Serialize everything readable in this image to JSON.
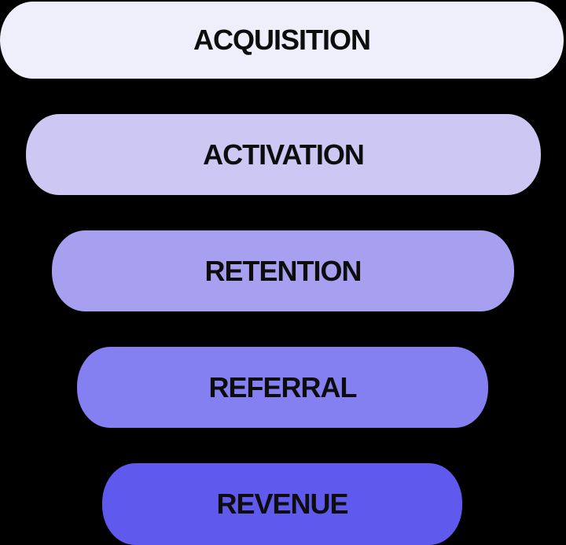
{
  "diagram": {
    "type": "funnel",
    "background_color": "#000000",
    "label_text_color": "#0d0d0d",
    "stages": [
      {
        "label": "ACQUISITION",
        "color": "#efeefb"
      },
      {
        "label": "ACTIVATION",
        "color": "#ccc7f3"
      },
      {
        "label": "RETENTION",
        "color": "#a7a0f0"
      },
      {
        "label": "REFERRAL",
        "color": "#8580f2"
      },
      {
        "label": "REVENUE",
        "color": "#5f59ee"
      }
    ]
  }
}
